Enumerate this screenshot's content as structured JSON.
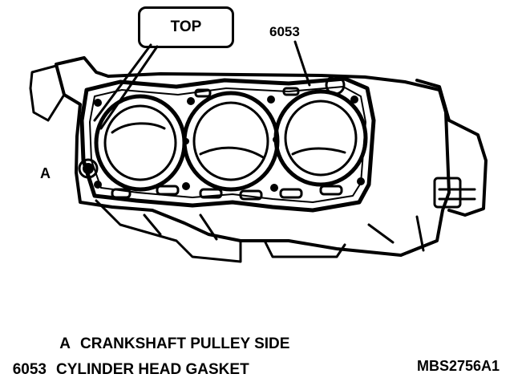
{
  "callouts": {
    "top_label": "TOP",
    "part_number": "6053",
    "side_marker": "A"
  },
  "legend": {
    "items": [
      {
        "key": "A",
        "description": "CRANKSHAFT PULLEY SIDE"
      },
      {
        "key": "6053",
        "description": "CYLINDER HEAD GASKET"
      }
    ]
  },
  "figure_id": "MBS2756A1",
  "colors": {
    "ink": "#000000",
    "paper": "#ffffff"
  },
  "icons": {
    "engine_drawing": "cylinder-head-gasket-illustration"
  }
}
